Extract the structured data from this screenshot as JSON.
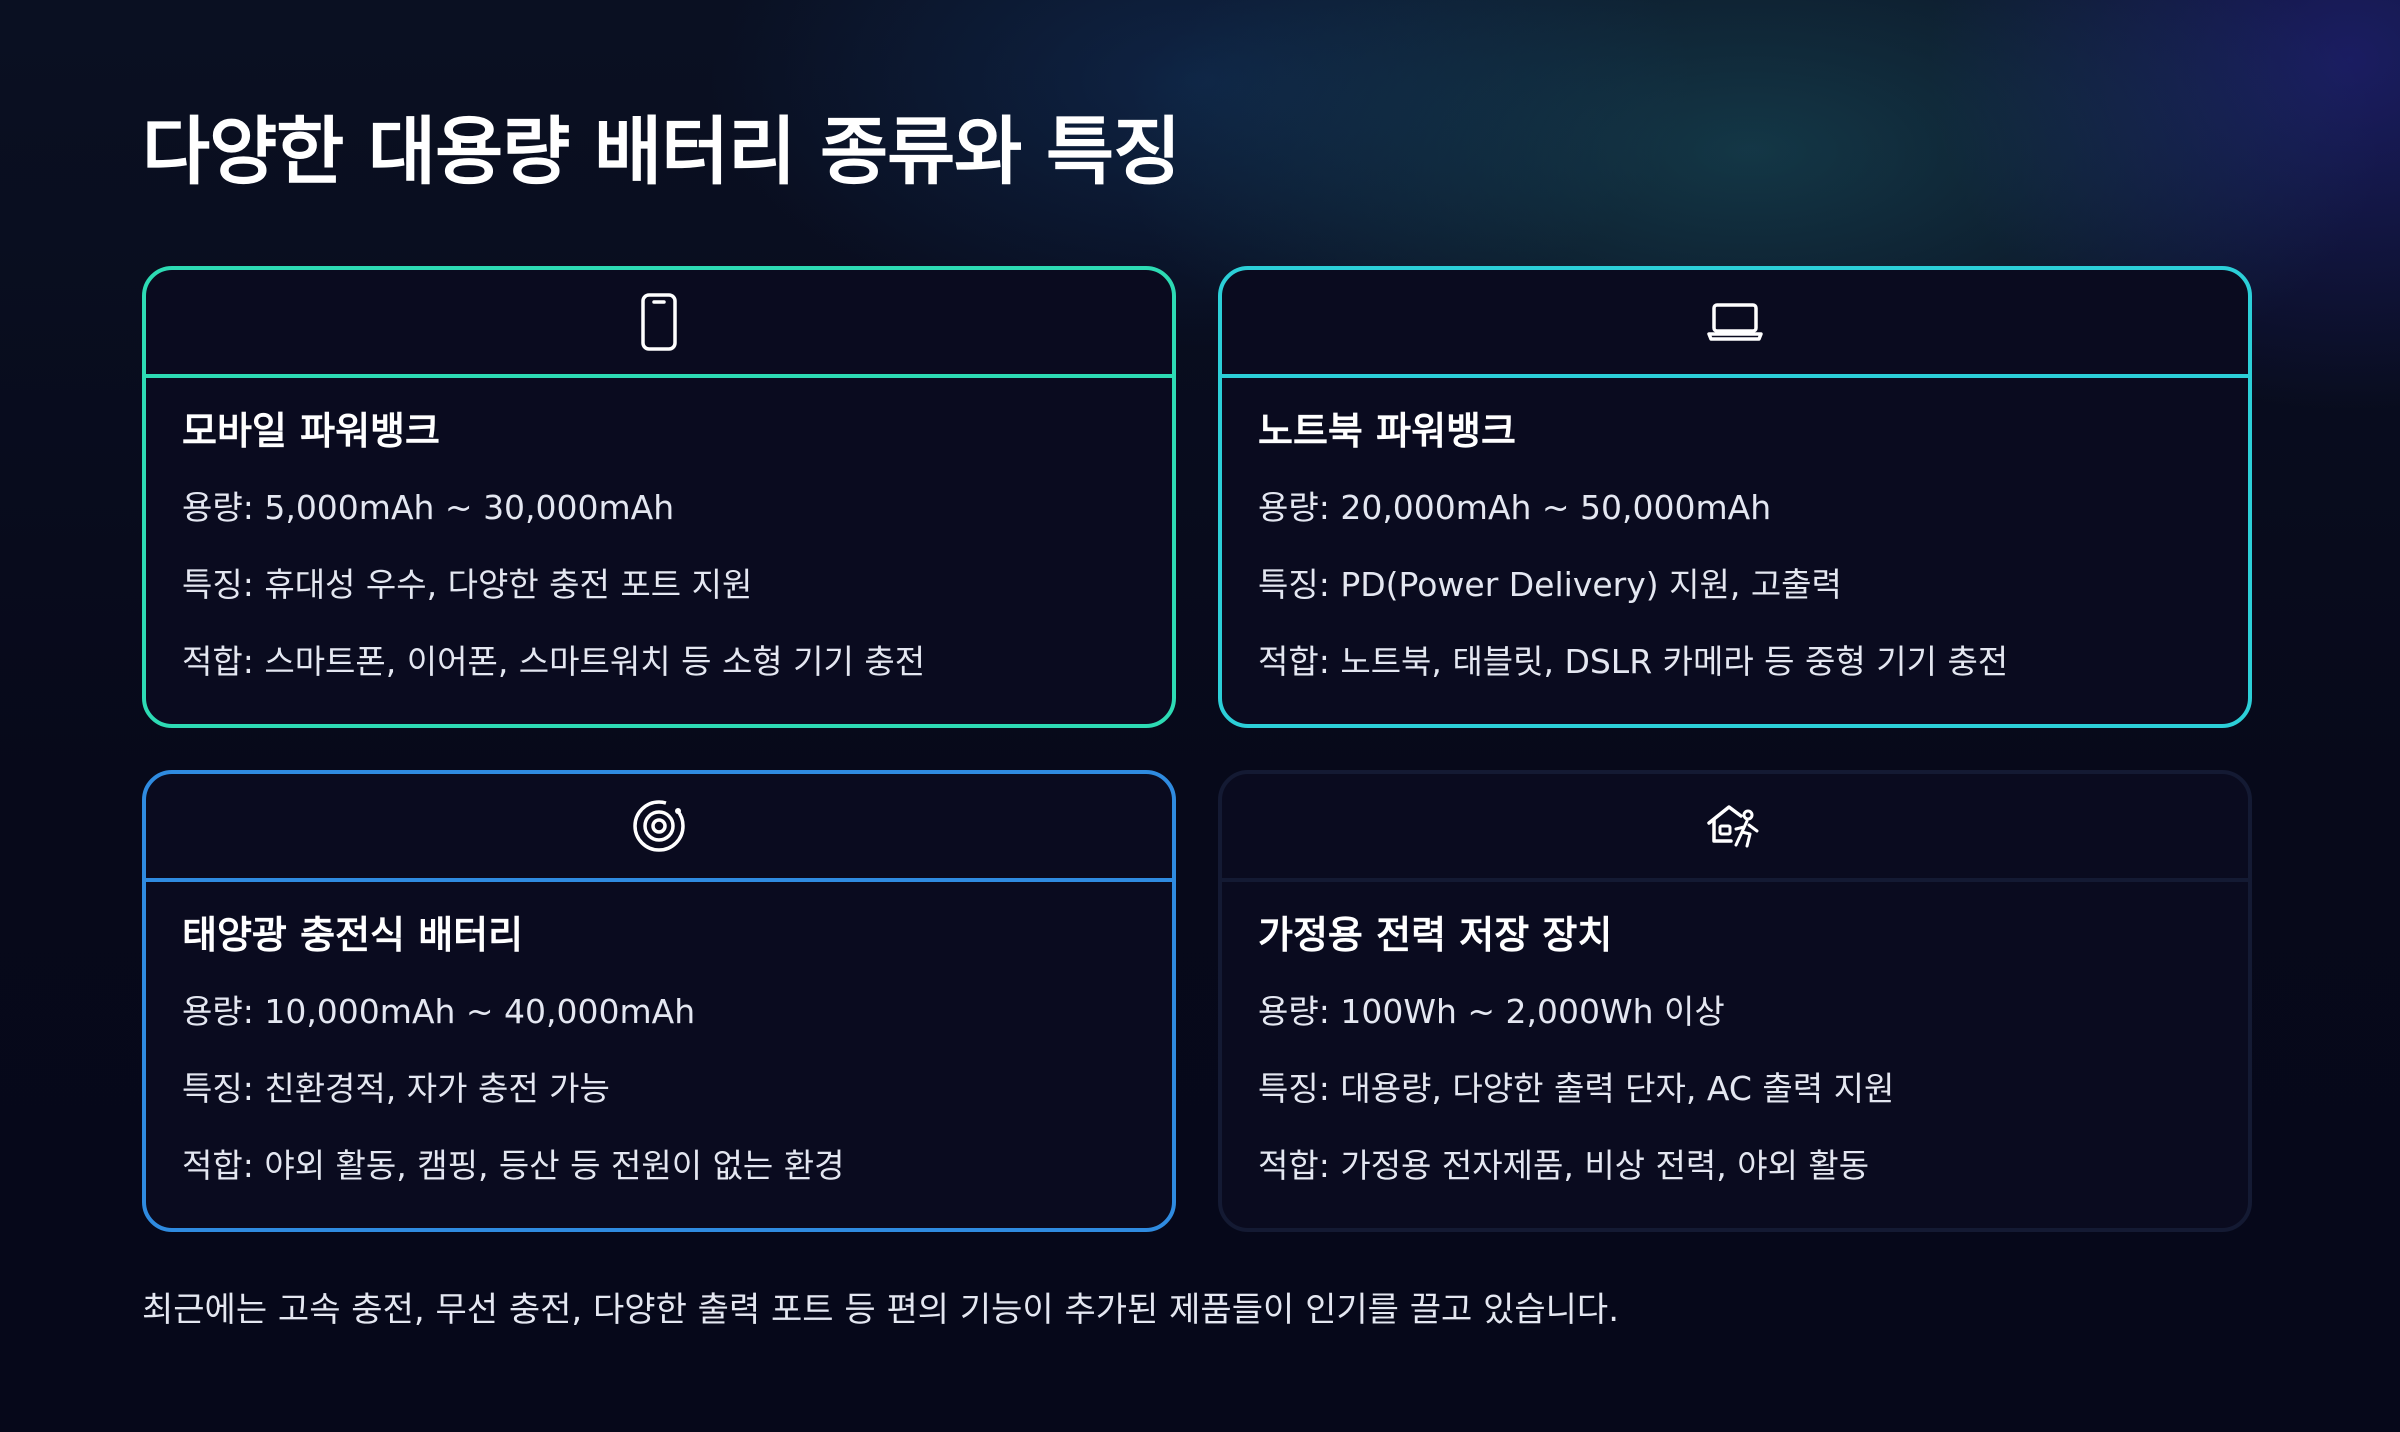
{
  "title": "다양한 대용량 배터리 종류와 특징",
  "cards": [
    {
      "icon": "smartphone-icon",
      "name": "모바일 파워뱅크",
      "capacity": "용량: 5,000mAh ~ 30,000mAh",
      "features": "특징: 휴대성 우수, 다양한 충전 포트 지원",
      "suitable": "적합: 스마트폰, 이어폰, 스마트워치 등 소형 기기 충전",
      "border_color": "#2ddbb4"
    },
    {
      "icon": "laptop-icon",
      "name": "노트북 파워뱅크",
      "capacity": "용량: 20,000mAh ~ 50,000mAh",
      "features": "특징: PD(Power Delivery) 지원, 고출력",
      "suitable": "적합: 노트북, 태블릿, DSLR 카메라 등 중형 기기 충전",
      "border_color": "#2ccfd8"
    },
    {
      "icon": "solar-icon",
      "name": "태양광 충전식 배터리",
      "capacity": "용량: 10,000mAh ~ 40,000mAh",
      "features": "특징: 친환경적, 자가 충전 가능",
      "suitable": "적합: 야외 활동, 캠핑, 등산 등 전원이 없는 환경",
      "border_color": "#2f8be0"
    },
    {
      "icon": "home-energy-icon",
      "name": "가정용 전력 저장 장치",
      "capacity": "용량: 100Wh ~ 2,000Wh 이상",
      "features": "특징: 대용량, 다양한 출력 단자, AC 출력 지원",
      "suitable": "적합: 가정용 전자제품, 비상 전력, 야외 활동",
      "border_color": "#141a33"
    }
  ],
  "footer": "최근에는 고속 충전, 무선 충전, 다양한 출력 포트 등 편의 기능이 추가된 제품들이 인기를 끌고 있습니다."
}
